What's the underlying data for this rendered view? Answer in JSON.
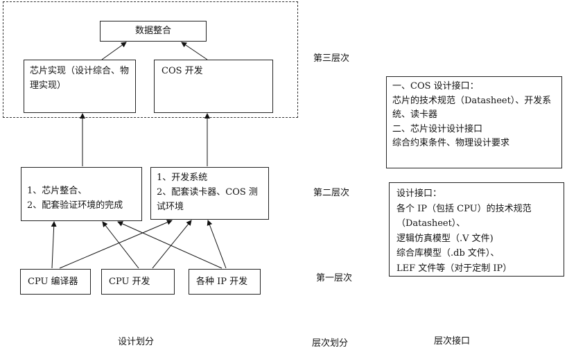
{
  "layer3": {
    "integration": "数据整合",
    "chip_impl": "芯片实现（设计综合、物理实现）",
    "cos_dev": "COS 开发"
  },
  "layer2": {
    "chip_box": [
      "1、芯片整合、",
      "2、配套验证环境的完成"
    ],
    "dev_box": [
      "1、开发系统",
      "2、配套读卡器、COS 测试环境"
    ]
  },
  "layer1": {
    "cpu_compiler": "CPU 编译器",
    "cpu_dev": "CPU 开发",
    "ip_dev": "各种 IP 开发"
  },
  "layer_labels": {
    "third": "第三层次",
    "second": "第二层次",
    "first": "第一层次"
  },
  "interface_top": [
    "一、COS 设计接口：",
    "芯片的技术规范（Datasheet）、开发系统、读卡器",
    "二、芯片设计设计接口",
    "综合约束条件、物理设计要求"
  ],
  "interface_bottom": [
    "设计接口：",
    "各个 IP（包括 CPU）的技术规范（Datasheet）、",
    "逻辑仿真模型（.V 文件)",
    "综合库模型（.db 文件）、",
    "LEF 文件等（对于定制 IP）"
  ],
  "captions": {
    "design": "设计划分",
    "layer": "层次划分",
    "interface": "层次接口"
  }
}
